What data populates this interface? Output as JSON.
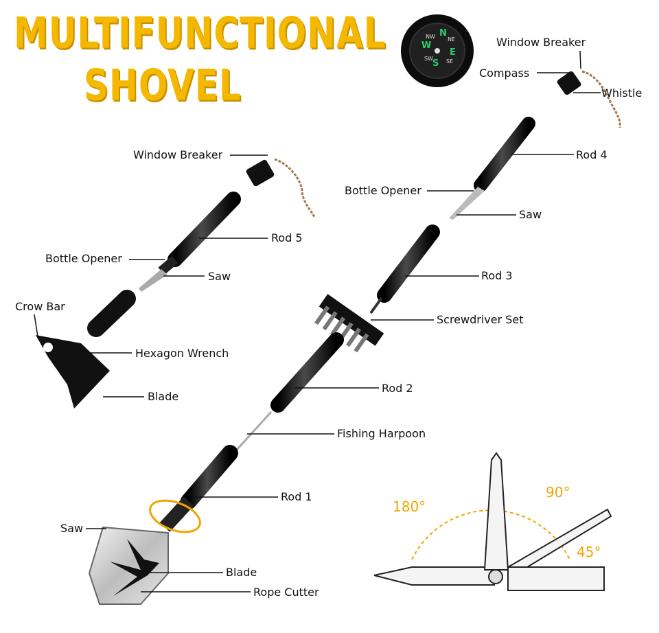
{
  "title": {
    "line1": "MULTIFUNCTIONAL",
    "line2": "SHOVEL"
  },
  "labels": {
    "window_breaker_top": "Window Breaker",
    "compass": "Compass",
    "whistle": "Whistle",
    "rod4": "Rod 4",
    "bottle_opener_right": "Bottle Opener",
    "saw_right": "Saw",
    "rod3": "Rod 3",
    "screwdriver_set": "Screwdriver Set",
    "rod2": "Rod 2",
    "fishing_harpoon": "Fishing Harpoon",
    "rod1": "Rod 1",
    "saw_shovel": "Saw",
    "blade_shovel": "Blade",
    "rope_cutter": "Rope Cutter",
    "window_breaker_left": "Window Breaker",
    "rod5": "Rod 5",
    "bottle_opener_left": "Bottle Opener",
    "saw_left": "Saw",
    "crow_bar": "Crow Bar",
    "hexagon_wrench": "Hexagon Wrench",
    "blade_axe": "Blade"
  },
  "angles": {
    "a180": "180°",
    "a90": "90°",
    "a45": "45°"
  },
  "compass_letters": {
    "n": "N",
    "e": "E",
    "s": "S",
    "w": "W",
    "ne": "NE",
    "se": "SE",
    "sw": "SW",
    "nw": "NW"
  },
  "colors": {
    "title": "#f5b800",
    "angle": "#f0a500",
    "metal": "#1a1a1a"
  }
}
